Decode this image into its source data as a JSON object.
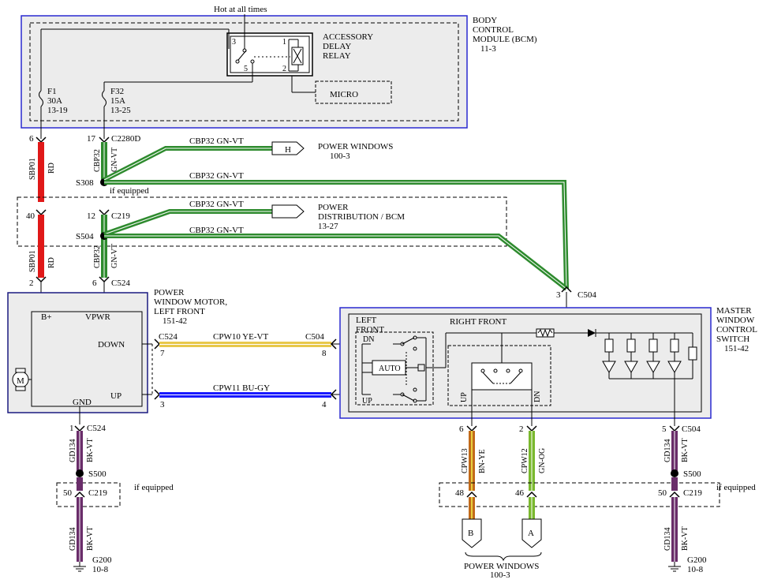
{
  "colors": {
    "bcm_outline": "#2a2ad0",
    "box_fill": "#ececec",
    "red_wire": "#e01818",
    "green_wire": "#2e8b2e",
    "yellow_wire": "#e8c84a",
    "blue_wire": "#1a1aff",
    "brown_wire": "#c26a1a",
    "green_og_wire": "#7ab82e",
    "purple_wire": "#6a2d6a"
  },
  "top": {
    "hot_label": "Hot at all times"
  },
  "bcm": {
    "title_l1": "BODY",
    "title_l2": "CONTROL",
    "title_l3": "MODULE (BCM)",
    "title_l4": "11-3",
    "relay_l1": "ACCESSORY",
    "relay_l2": "DELAY",
    "relay_l3": "RELAY",
    "pin1": "1",
    "pin2": "2",
    "pin3": "3",
    "pin5": "5",
    "micro": "MICRO",
    "f1": "F1",
    "f1_amp": "30A",
    "f1_ref": "13-19",
    "f32": "F32",
    "f32_amp": "15A",
    "f32_ref": "13-25"
  },
  "conn": {
    "c2280d": "C2280D",
    "c2280d_p6": "6",
    "c2280d_p17": "17",
    "s308": "S308",
    "if_equipped": "if equipped",
    "c219": "C219",
    "c219_p40": "40",
    "c219_p12": "12",
    "s504": "S504",
    "c524": "C524",
    "c524_p2": "2",
    "c524_p6": "6",
    "c504": "C504",
    "c504_p3": "3"
  },
  "wires": {
    "sbp01": "SBP01",
    "rd": "RD",
    "cbp32": "CBP32",
    "gnvt": "GN-VT",
    "cbp32_h1": "CBP32   GN-VT",
    "cbp32_h2": "CBP32   GN-VT",
    "cbp32_h3": "CBP32   GN-VT",
    "cbp32_h4": "CBP32   GN-VT",
    "cpw10": "CPW10   YE-VT",
    "cpw11": "CPW11   BU-GY",
    "cpw13": "CPW13",
    "bnye": "BN-YE",
    "cpw12": "CPW12",
    "gnog": "GN-OG",
    "gd134": "GD134",
    "bkvt": "BK-VT"
  },
  "refs": {
    "h": "H",
    "pw_l1": "POWER WINDOWS",
    "pw_ref": "100-3",
    "pd_l1": "POWER",
    "pd_l2": "DISTRIBUTION / BCM",
    "pd_ref": "13-27",
    "b": "B",
    "a": "A",
    "pw_bottom": "POWER WINDOWS",
    "pw_bottom_ref": "100-3"
  },
  "motor": {
    "title_l1": "POWER",
    "title_l2": "WINDOW MOTOR,",
    "title_l3": "LEFT FRONT",
    "title_l4": "151-42",
    "bplus": "B+",
    "vpwr": "VPWR",
    "down": "DOWN",
    "up": "UP",
    "gnd": "GND",
    "m": "M"
  },
  "down_wire": {
    "c524": "C524",
    "p7": "7",
    "c504": "C504",
    "p8": "8"
  },
  "up_wire": {
    "p3": "3",
    "p4": "4"
  },
  "switch": {
    "title_l1": "MASTER",
    "title_l2": "WINDOW",
    "title_l3": "CONTROL",
    "title_l4": "SWITCH",
    "title_l5": "151-42",
    "left_l1": "LEFT",
    "left_l2": "FRONT",
    "right": "RIGHT FRONT",
    "dn": "DN",
    "auto": "AUTO",
    "up": "UP",
    "rf_up": "UP",
    "rf_dn": "DN"
  },
  "bottom": {
    "c524": "C524",
    "p1": "1",
    "s500": "S500",
    "if_equipped": "if equipped",
    "c219": "C219",
    "p50": "50",
    "g200": "G200",
    "g200_ref": "10-8",
    "p6": "6",
    "p2": "2",
    "p48": "48",
    "p46": "46",
    "c504": "C504",
    "p5": "5"
  }
}
